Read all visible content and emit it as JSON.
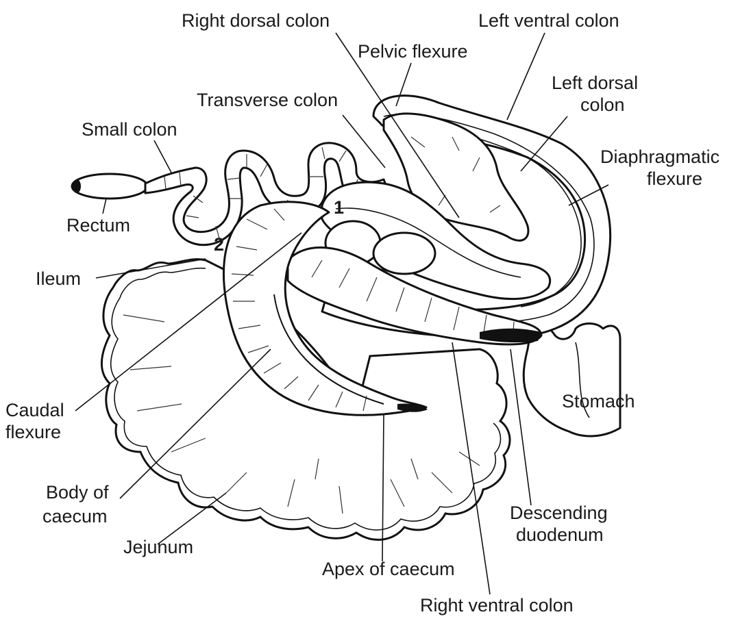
{
  "labels": {
    "right_dorsal_colon": "Right dorsal colon",
    "left_ventral_colon": "Left ventral colon",
    "pelvic_flexure": "Pelvic flexure",
    "left_dorsal_colon_1": "Left dorsal",
    "left_dorsal_colon_2": "colon",
    "transverse_colon": "Transverse colon",
    "diaphragmatic_flexure_1": "Diaphragmatic",
    "diaphragmatic_flexure_2": "flexure",
    "small_colon": "Small colon",
    "rectum": "Rectum",
    "ileum": "Ileum",
    "caudal_flexure_1": "Caudal",
    "caudal_flexure_2": "flexure",
    "stomach": "Stomach",
    "body_of_caecum_1": "Body of",
    "body_of_caecum_2": "caecum",
    "jejunum": "Jejunum",
    "descending_duodenum_1": "Descending",
    "descending_duodenum_2": "duodenum",
    "apex_of_caecum": "Apex of caecum",
    "right_ventral_colon": "Right ventral colon"
  },
  "markers": {
    "one": "1",
    "two": "2"
  }
}
